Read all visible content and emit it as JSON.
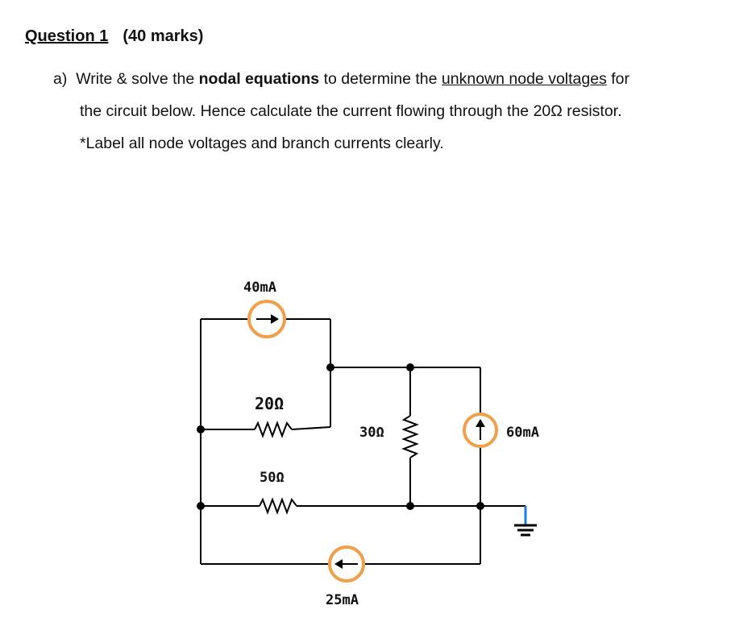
{
  "question": {
    "number": "Question 1",
    "marks": "(40 marks)"
  },
  "part_a": {
    "marker": "a)",
    "line1": {
      "pre": "Write & solve the ",
      "bold": "nodal equations",
      "mid": " to determine the ",
      "underlined": "unknown node voltages",
      "post": " for"
    },
    "line2": "the circuit below. Hence calculate the current flowing through the 20Ω resistor.",
    "line3": "*Label all node voltages and branch currents clearly."
  },
  "circuit": {
    "labels": {
      "source_top": "40mA",
      "resistor_20": "20Ω",
      "resistor_30": "30Ω",
      "resistor_50": "50Ω",
      "source_right": "60mA",
      "source_bottom": "25mA"
    },
    "colors": {
      "wire": "#000000",
      "source_ring": "#f0a04b",
      "ground_lead": "#1f7fd6"
    }
  }
}
